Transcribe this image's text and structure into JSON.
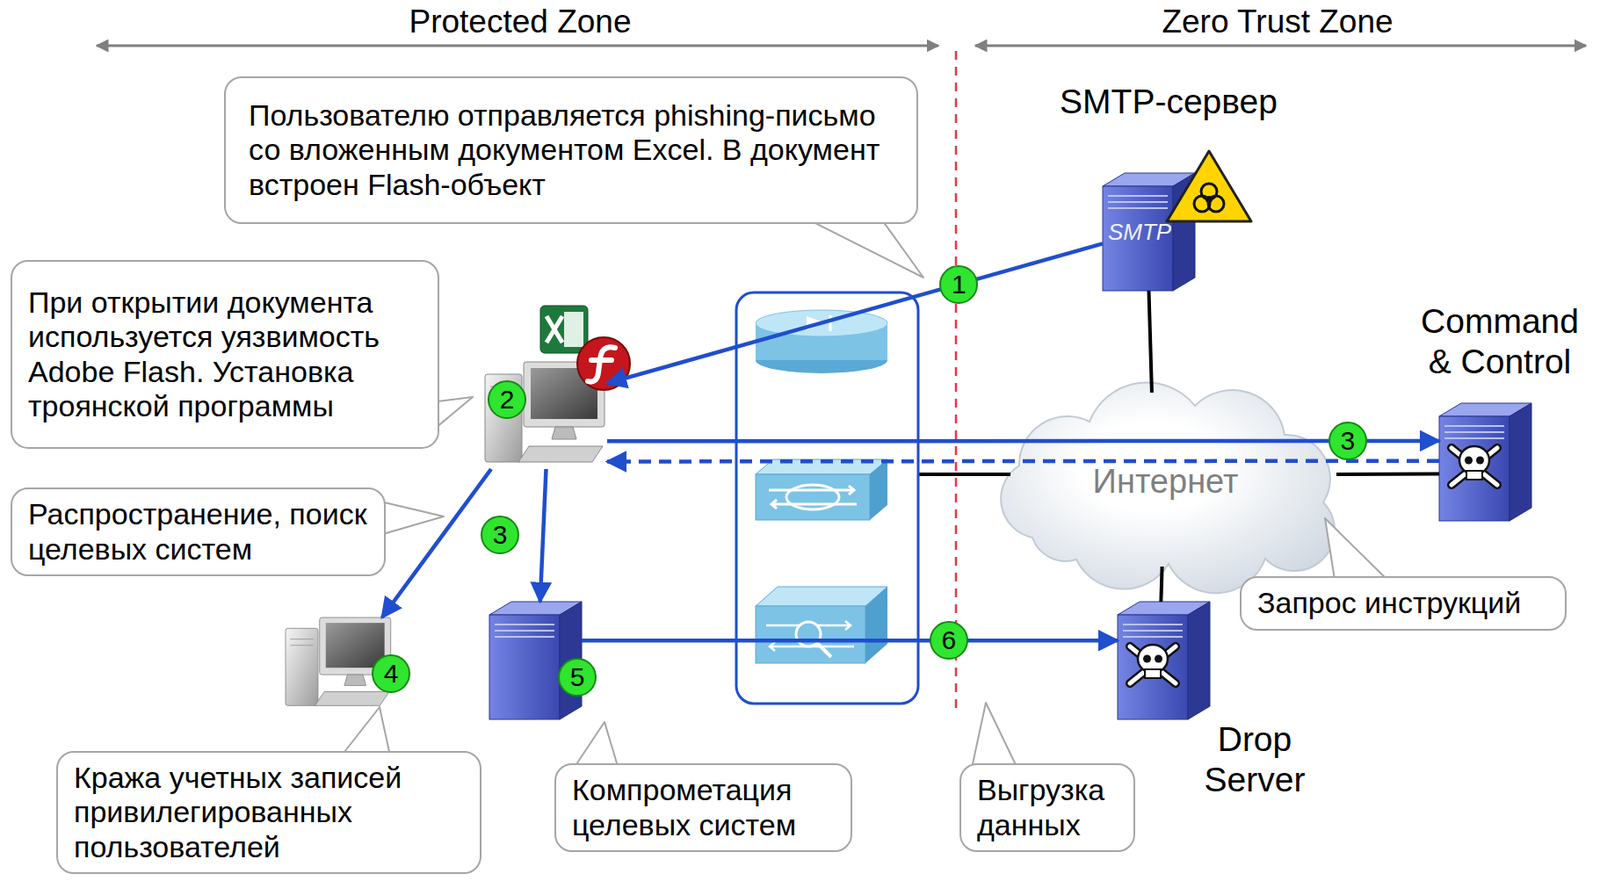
{
  "diagram": {
    "nodes": [
      {
        "text": [
          "Пользователю отправляется phishing-письмо со вложенным документом Excel. В документ встроен Flash-объект"
        ]
      },
      {
        "text": [
          "SMTP-сервер",
          "SMTP"
        ]
      },
      {
        "text": [
          "При открытии документа используется уязвимость Adobe Flash. Установка троянской программы"
        ]
      },
      {
        "text": [
          "2"
        ]
      },
      {
        "text": [
          "Command & Control"
        ]
      },
      {
        "text": [
          "Интернет"
        ]
      },
      {
        "text": [
          "Распространение, поиск целевых систем"
        ]
      },
      {
        "text": [
          "4"
        ]
      },
      {
        "text": [
          "5"
        ]
      },
      {
        "text": [
          "Drop Server"
        ]
      },
      {
        "text": [
          "Запрос инструкций"
        ]
      },
      {
        "text": [
          "Кража учетных записей привилегированных пользователей"
        ]
      },
      {
        "text": [
          "Компрометация целевых систем"
        ]
      },
      {
        "text": [
          "Выгрузка данных"
        ]
      }
    ],
    "edges": [
      {
        "from": 1,
        "to": 3,
        "arrow": "to",
        "label": "1"
      },
      {
        "from": 3,
        "to": 4,
        "arrow": "to",
        "label": "3"
      },
      {
        "from": 4,
        "to": 3,
        "arrow": "to"
      },
      {
        "from": 3,
        "to": 7,
        "arrow": "to"
      },
      {
        "from": 3,
        "to": 8,
        "arrow": "to"
      },
      {
        "from": 8,
        "to": 9,
        "arrow": "to",
        "label": "6"
      },
      {
        "from": 1,
        "to": 5,
        "arrow": "none"
      },
      {
        "from": 5,
        "to": 4,
        "arrow": "none"
      },
      {
        "from": 5,
        "to": 9,
        "arrow": "none"
      }
    ],
    "labels": [
      "Protected Zone",
      "Zero Trust Zone",
      "3"
    ]
  }
}
